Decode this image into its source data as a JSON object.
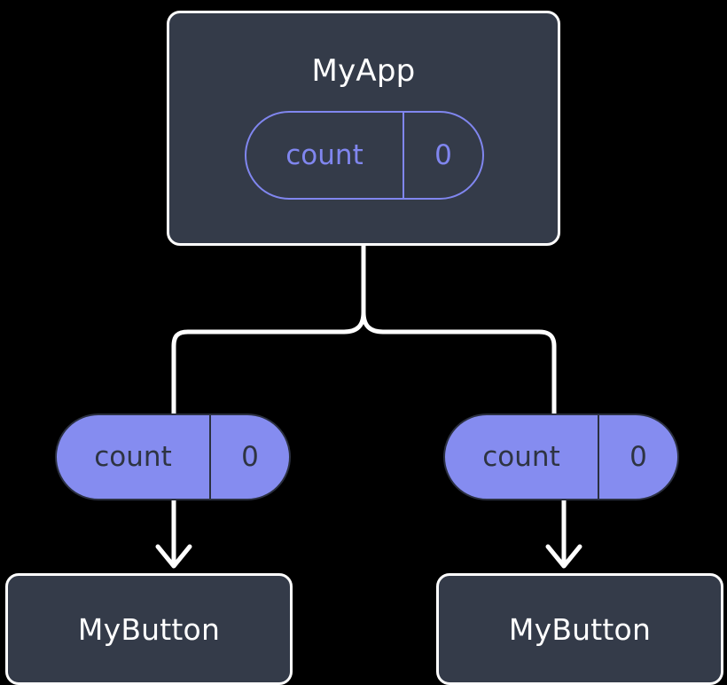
{
  "diagram": {
    "type": "component-tree",
    "background_color": "#000000",
    "card_fill": "#343b49",
    "card_border": "#ffffff",
    "accent_purple": "#858cf0",
    "outline_purple": "#8086ef",
    "pill_text_dark": "#2e3442",
    "connector_color": "#ffffff"
  },
  "root": {
    "title": "MyApp",
    "state_pill": {
      "key": "count",
      "value": "0",
      "style": "outlined"
    }
  },
  "branches": [
    {
      "id": "left",
      "prop_pill": {
        "key": "count",
        "value": "0",
        "style": "filled"
      },
      "child": {
        "title": "MyButton"
      }
    },
    {
      "id": "right",
      "prop_pill": {
        "key": "count",
        "value": "0",
        "style": "filled"
      },
      "child": {
        "title": "MyButton"
      }
    }
  ]
}
